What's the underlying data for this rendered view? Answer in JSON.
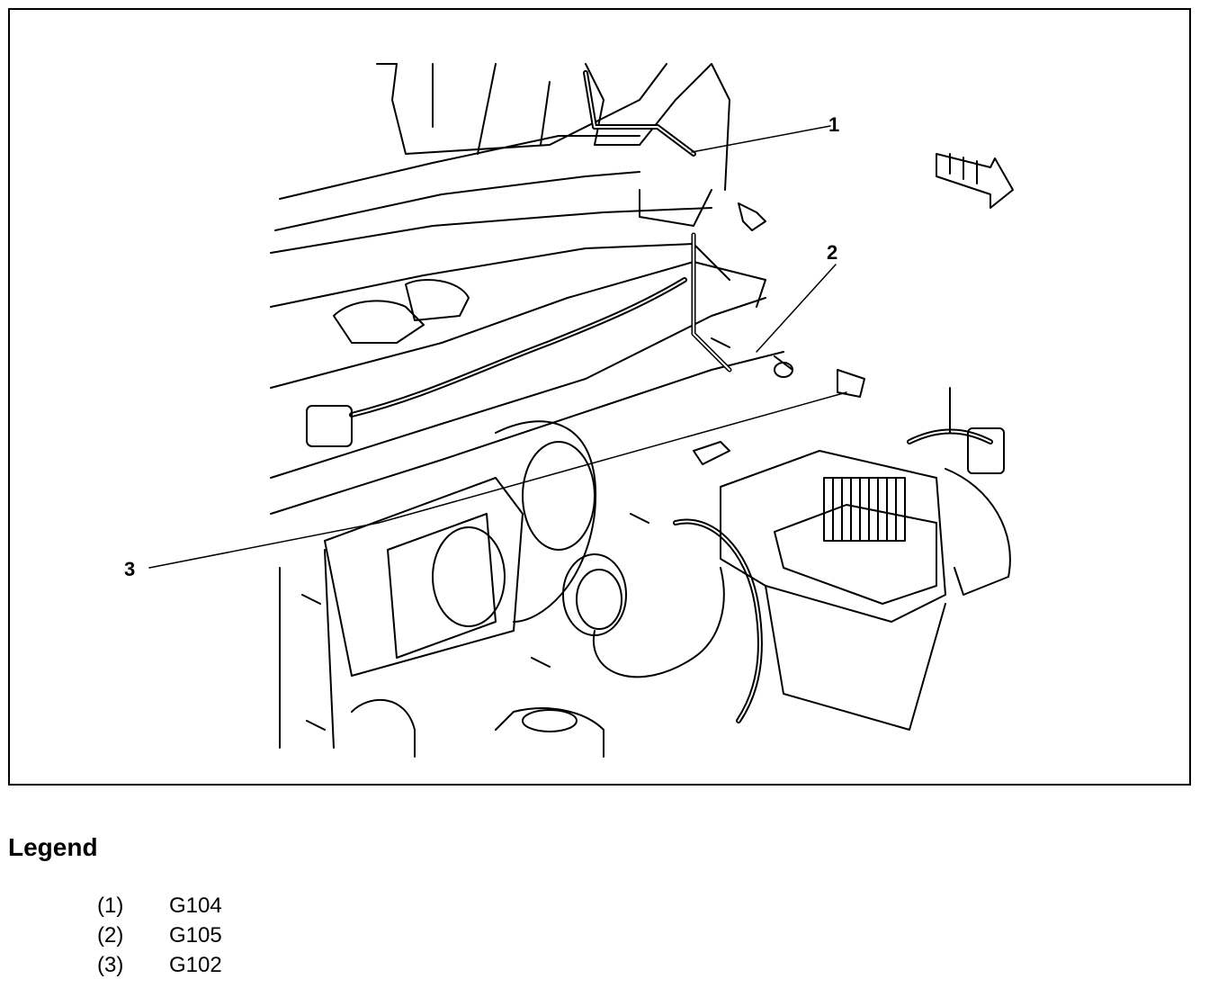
{
  "diagram": {
    "callouts": [
      {
        "label": "1"
      },
      {
        "label": "2"
      },
      {
        "label": "3"
      }
    ]
  },
  "legend": {
    "title": "Legend",
    "items": [
      {
        "number": "(1)",
        "name": "G104"
      },
      {
        "number": "(2)",
        "name": "G105"
      },
      {
        "number": "(3)",
        "name": "G102"
      }
    ]
  },
  "colors": {
    "line": "#000000",
    "background": "#ffffff"
  }
}
